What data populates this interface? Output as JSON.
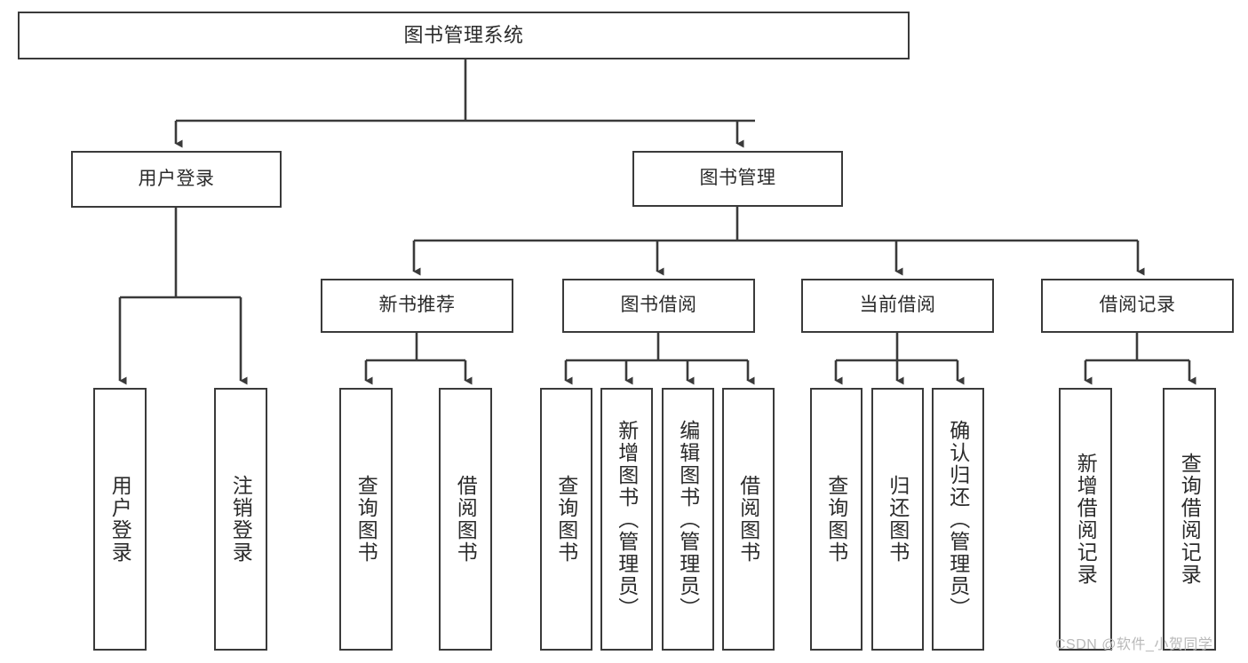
{
  "diagram": {
    "title": "图书管理系统",
    "type": "hierarchy-tree",
    "watermark": "CSDN @软件_小贺同学",
    "colors": {
      "box_border": "#3a3a3a",
      "box_fill": "#ffffff",
      "text": "#2b2b2b",
      "edge": "#3a3a3a",
      "watermark": "#b9b9b9",
      "background": "#ffffff"
    },
    "levels": {
      "level_1": [
        "图书管理系统"
      ],
      "level_2": [
        "用户登录",
        "图书管理"
      ],
      "level_3": [
        "新书推荐",
        "图书借阅",
        "当前借阅",
        "借阅记录"
      ],
      "level_4": [
        "用户登录",
        "注销登录",
        "查询图书",
        "借阅图书",
        "查询图书",
        "新增图书（管理员）",
        "编辑图书（管理员）",
        "借阅图书",
        "查询图书",
        "归还图书",
        "确认归还（管理员）",
        "新增借阅记录",
        "查询借阅记录"
      ]
    },
    "nodes": {
      "root": {
        "label": "图书管理系统"
      },
      "user_login": {
        "label": "用户登录"
      },
      "book_manage": {
        "label": "图书管理"
      },
      "new_book_rec": {
        "label": "新书推荐"
      },
      "book_borrow": {
        "label": "图书借阅"
      },
      "current_borrow": {
        "label": "当前借阅"
      },
      "borrow_record": {
        "label": "借阅记录"
      },
      "leaf_user_login": {
        "label": "用户登录"
      },
      "leaf_logout": {
        "label": "注销登录"
      },
      "leaf_query_book_1": {
        "label": "查询图书"
      },
      "leaf_borrow_book_1": {
        "label": "借阅图书"
      },
      "leaf_query_book_2": {
        "label": "查询图书"
      },
      "leaf_add_book": {
        "label": "新增图书（管理员）"
      },
      "leaf_edit_book": {
        "label": "编辑图书（管理员）"
      },
      "leaf_borrow_book_2": {
        "label": "借阅图书"
      },
      "leaf_query_book_3": {
        "label": "查询图书"
      },
      "leaf_return_book": {
        "label": "归还图书"
      },
      "leaf_confirm_return": {
        "label": "确认归还（管理员）"
      },
      "leaf_add_record": {
        "label": "新增借阅记录"
      },
      "leaf_query_record": {
        "label": "查询借阅记录"
      }
    }
  }
}
